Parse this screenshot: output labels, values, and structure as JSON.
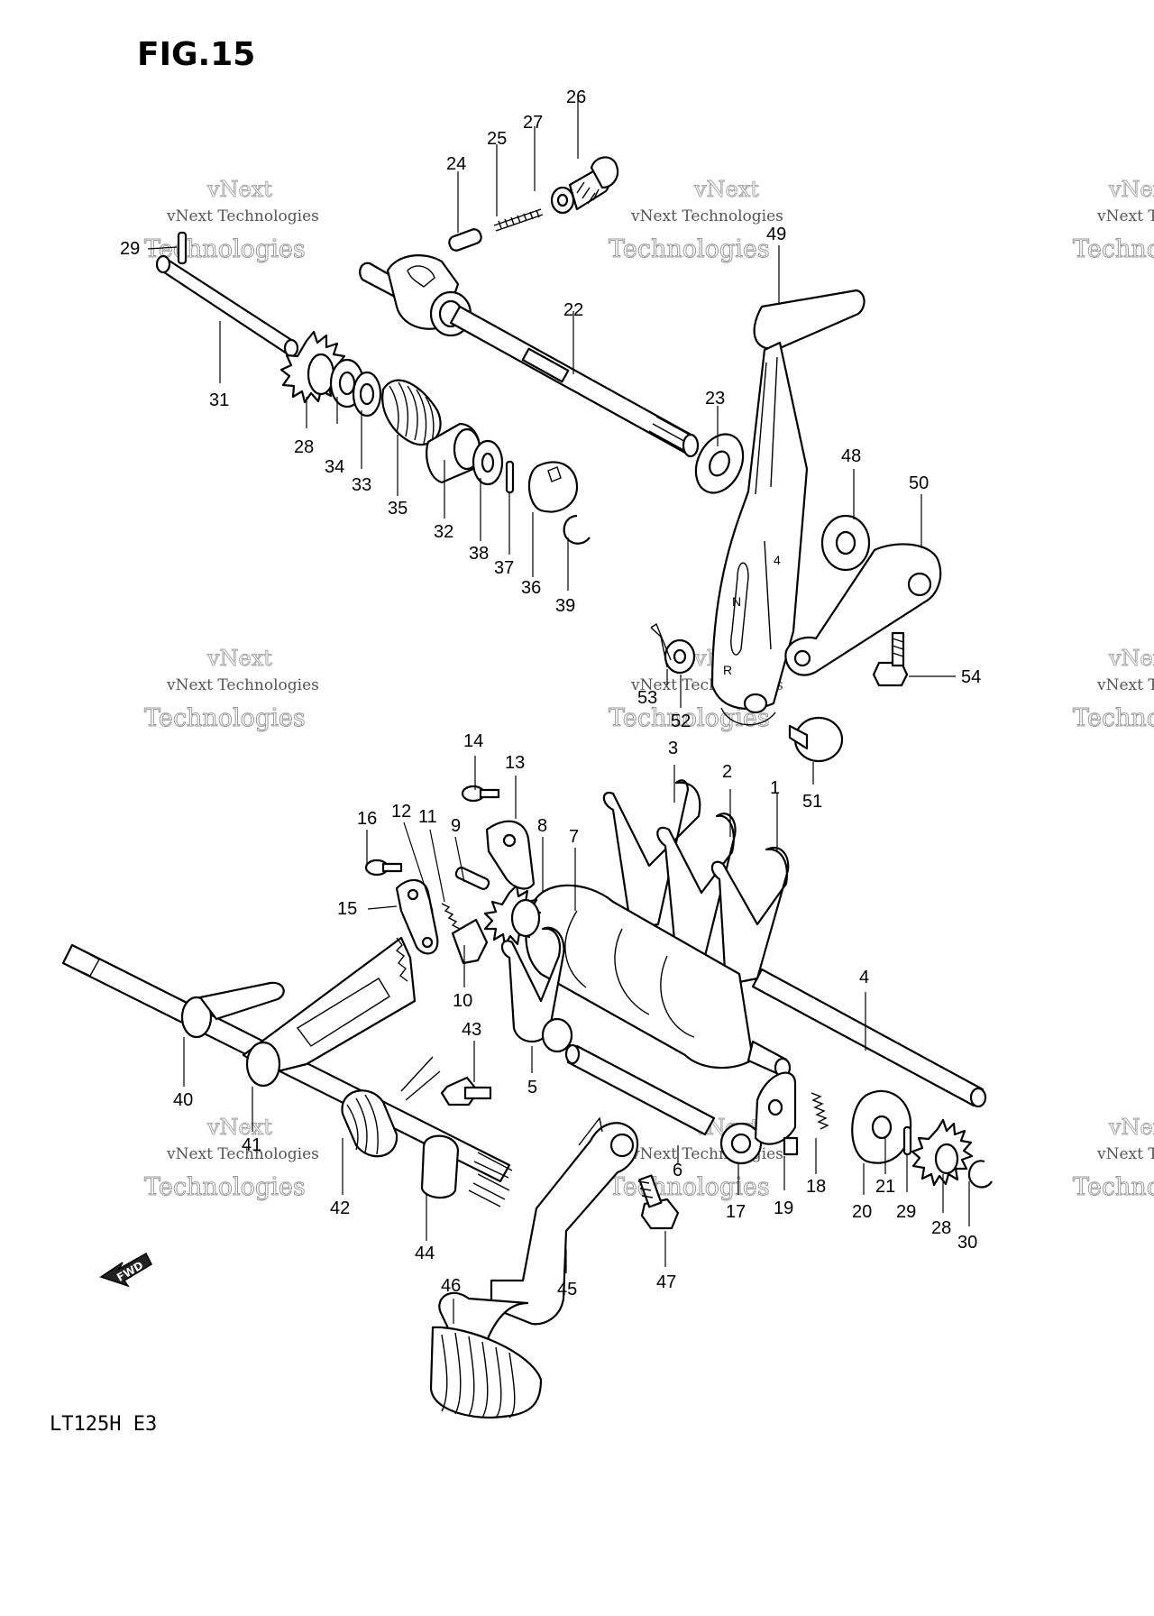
{
  "figure": {
    "title": "FIG.15",
    "model_code": "LT125H E3"
  },
  "watermark": {
    "line1": "vNext",
    "line2": "vNext Technologies",
    "line3": "Technologies"
  },
  "fwd_label": "FWD",
  "callouts": [
    "1",
    "2",
    "3",
    "4",
    "5",
    "6",
    "7",
    "8",
    "9",
    "10",
    "11",
    "12",
    "13",
    "14",
    "15",
    "16",
    "17",
    "18",
    "19",
    "20",
    "21",
    "22",
    "23",
    "24",
    "25",
    "26",
    "27",
    "28",
    "29",
    "30",
    "31",
    "32",
    "33",
    "34",
    "35",
    "36",
    "37",
    "38",
    "39",
    "40",
    "41",
    "42",
    "43",
    "44",
    "45",
    "46",
    "47",
    "48",
    "49",
    "50",
    "51",
    "52",
    "53",
    "54"
  ],
  "callouts_repeat": {
    "num_28": "28",
    "num_29": "29"
  }
}
